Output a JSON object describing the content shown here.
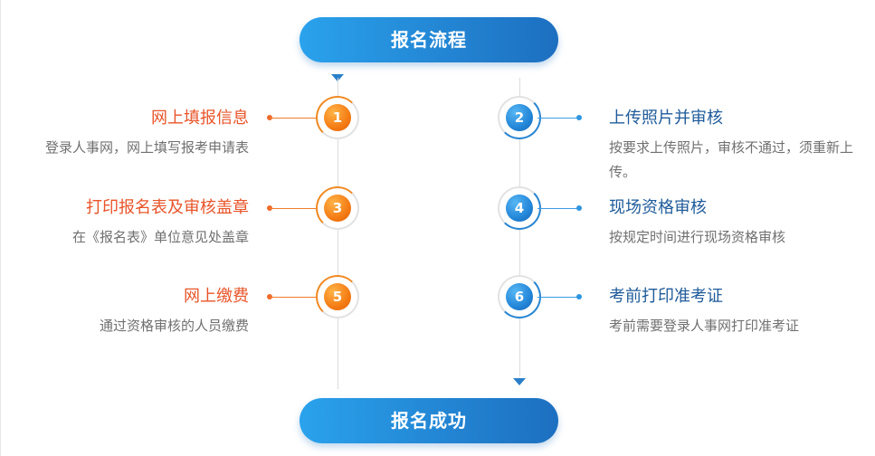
{
  "header": {
    "title": "报名流程"
  },
  "footer": {
    "title": "报名成功"
  },
  "steps": [
    {
      "num": "1",
      "title": "网上填报信息",
      "desc": "登录人事网，网上填写报考申请表"
    },
    {
      "num": "2",
      "title": "上传照片并审核",
      "desc": "按要求上传照片，审核不通过，须重新上传。"
    },
    {
      "num": "3",
      "title": "打印报名表及审核盖章",
      "desc": "在《报名表》单位意见处盖章"
    },
    {
      "num": "4",
      "title": "现场资格审核",
      "desc": "按规定时间进行现场资格审核"
    },
    {
      "num": "5",
      "title": "网上缴费",
      "desc": "通过资格审核的人员缴费"
    },
    {
      "num": "6",
      "title": "考前打印准考证",
      "desc": "考前需要登录人事网打印准考证"
    }
  ],
  "colors": {
    "left_accent": "#e8552a",
    "right_accent": "#1f5b9a",
    "pill": "#2a8fdc"
  }
}
